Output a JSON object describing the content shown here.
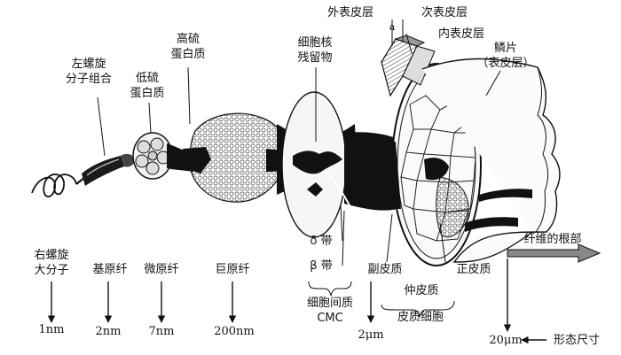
{
  "labels": {
    "left_helix_combo": [
      "左螺旋",
      "分子组合"
    ],
    "low_sulfur": [
      "低硫",
      "蛋白质"
    ],
    "high_sulfur": [
      "高硫",
      "蛋白质"
    ],
    "nuclear_remnant": [
      "细胞核",
      "残留物"
    ],
    "exocuticle": "外表皮层",
    "sub_cuticle": "次表皮层",
    "a_mark": "a",
    "endocuticle": "内表皮层",
    "scale": [
      "鳞片",
      "（表皮层）"
    ],
    "fiber_root": "纤维的根部",
    "right_helix": [
      "右螺旋",
      "大分子"
    ],
    "protofibril": "基原纤",
    "microfibril": "微原纤",
    "macrofibril": "巨原纤",
    "delta_band": "δ 带",
    "beta_band": "β 带",
    "cmc": [
      "细胞间质",
      "CMC"
    ],
    "paracortex": "副皮质",
    "orthocortex": "正皮质",
    "mesocortex": "仲皮质",
    "cortex_cells": "皮质细胞",
    "size_1nm": "1nm",
    "size_2nm": "2nm",
    "size_7nm": "7nm",
    "size_200nm": "200nm",
    "size_2um": "2μm",
    "size_20um": "20μm",
    "morph_size": "形态尺寸"
  },
  "colors": {
    "ink": "#111111",
    "shade": "#555555",
    "light": "#e6e6e6"
  }
}
